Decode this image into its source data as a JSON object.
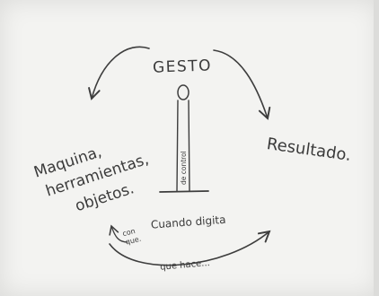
{
  "diagram": {
    "center_label": "GESTO",
    "pole_label": "de control",
    "left_label_lines": [
      "Maquina,",
      "herramientas,",
      "objetos."
    ],
    "right_label": "Resultado.",
    "bottom_caption": "Cuando digita",
    "small_label_lines": [
      "con",
      "que."
    ],
    "bottom_caption_2": "que hace..."
  }
}
